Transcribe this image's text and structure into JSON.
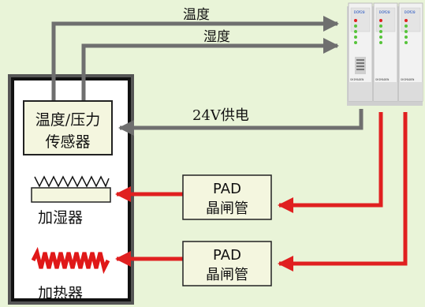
{
  "labels": {
    "temperature": "温度",
    "humidity": "湿度",
    "power": "24V供电"
  },
  "sensor": {
    "line1": "温度/压力",
    "line2": "传感器"
  },
  "humidifier": {
    "label": "加湿器"
  },
  "heater": {
    "label": "加热器"
  },
  "thyristors": [
    {
      "line1": "PAD",
      "line2": "晶闸管"
    },
    {
      "line1": "PAD",
      "line2": "晶闸管"
    }
  ],
  "controller": {
    "brand": "SHIMADEN",
    "modules": [
      "DCM20",
      "DCM20",
      "DCM20"
    ]
  },
  "colors": {
    "background": "#e9f4d8",
    "signal_arrow": "#6f6f6f",
    "control_arrow": "#e02020",
    "heater_coil": "#e01818"
  }
}
